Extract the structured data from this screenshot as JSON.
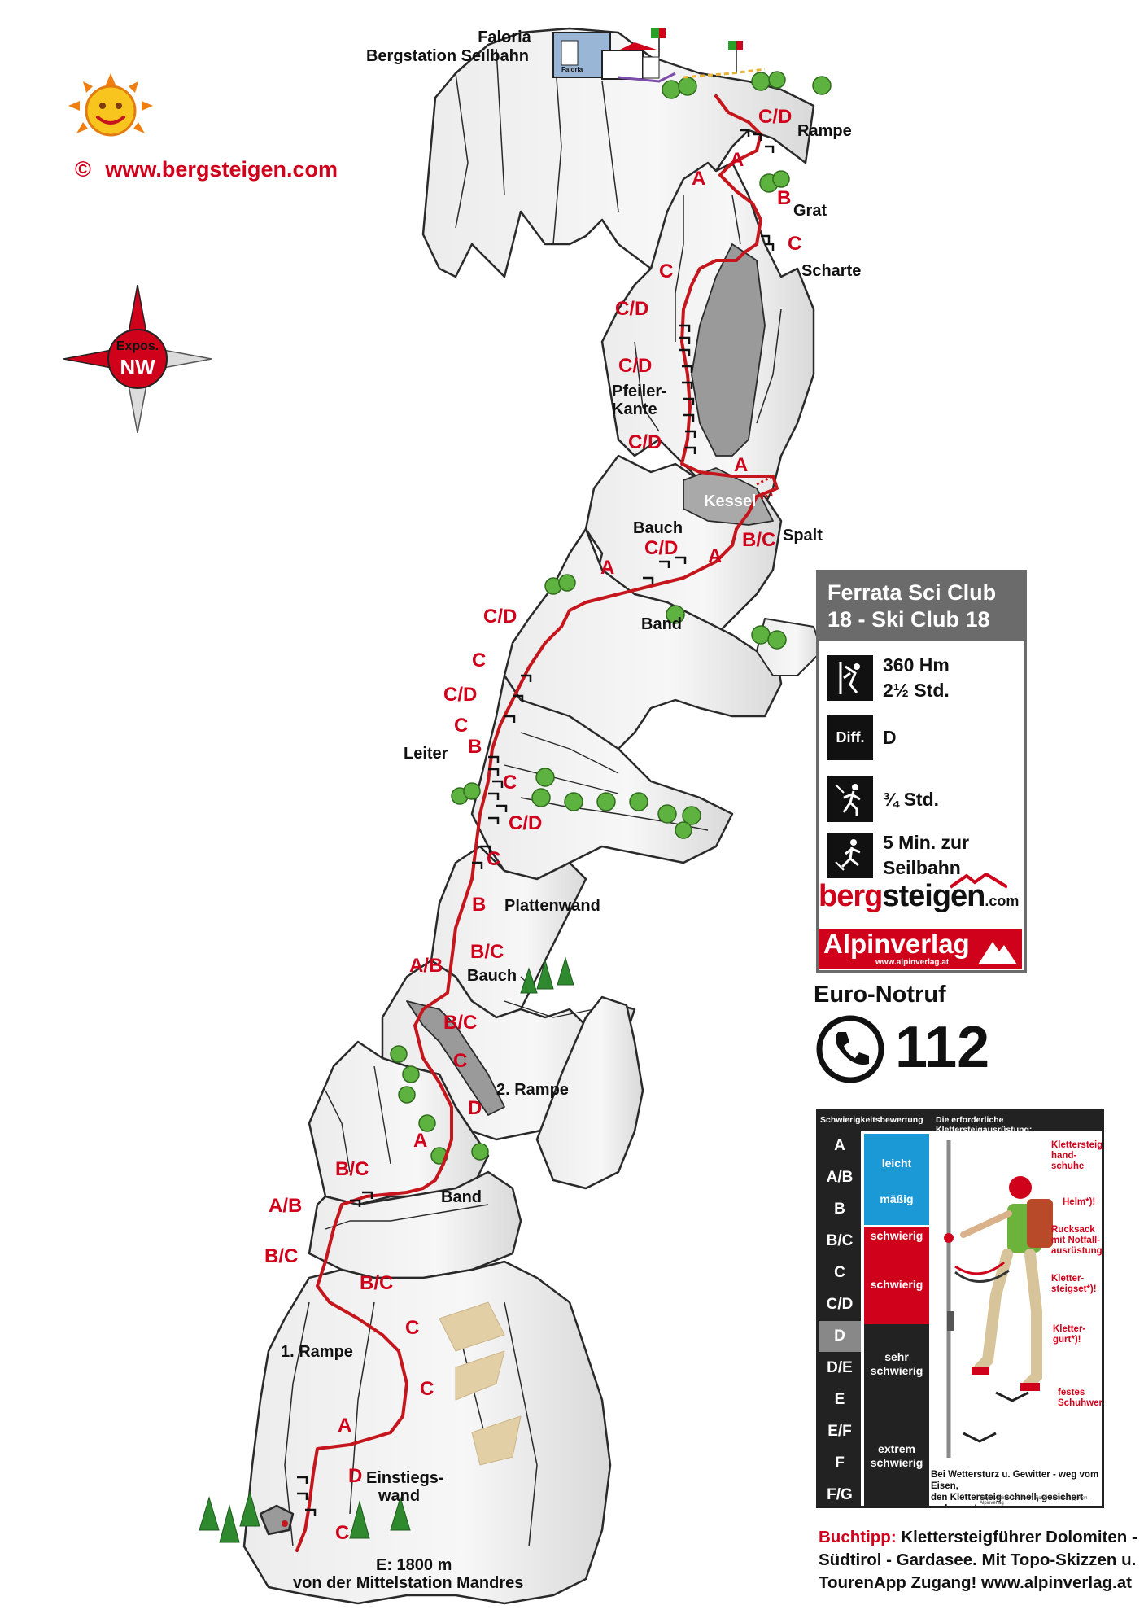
{
  "top": {
    "station_line1": "Faloria",
    "station_line2": "Bergstation Seilbahn",
    "station_sign": "Faloria"
  },
  "copyright": {
    "symbol": "©",
    "url": "www.bergsteigen.com"
  },
  "compass": {
    "line1": "Expos.",
    "line2": "NW"
  },
  "features": {
    "rampe": "Rampe",
    "grat": "Grat",
    "scharte": "Scharte",
    "pfeiler1": "Pfeiler-",
    "pfeiler2": "Kante",
    "kessel": "Kessel",
    "spalt": "Spalt",
    "bauch_top": "Bauch",
    "band_top": "Band",
    "leiter": "Leiter",
    "plattenwand": "Plattenwand",
    "bauch_mid": "Bauch",
    "rampe2": "2. Rampe",
    "band_low": "Band",
    "rampe1": "1. Rampe",
    "einstieg1": "Einstiegs-",
    "einstieg2": "wand",
    "start1": "E: 1800 m",
    "start2": "von der Mittelstation Mandres"
  },
  "grades": [
    "C/D",
    "A",
    "B",
    "A",
    "C",
    "C",
    "C/D",
    "C/D",
    "C/D",
    "A",
    "C/D",
    "A",
    "B/C",
    "A",
    "A",
    "C/D",
    "C",
    "C/D",
    "C",
    "B",
    "C",
    "C",
    "C/D",
    "C",
    "B",
    "B/C",
    "A/B",
    "B/C",
    "C",
    "D",
    "A",
    "B/C",
    "A/B",
    "B/C",
    "B/C",
    "C",
    "C",
    "A",
    "D",
    "C"
  ],
  "card": {
    "title": "Ferrata Sci Club 18 - Ski Club 18",
    "ascent_hm": "360 Hm",
    "ascent_time": "2½ Std.",
    "diff_icon": "Diff.",
    "difficulty": "D",
    "approach": "¾ Std.",
    "descent1": "5 Min. zur",
    "descent2": "Seilbahn",
    "brand_main_a": "berg",
    "brand_main_b": "steigen",
    "brand_com": ".com",
    "brand2": "Alpinverlag",
    "brand2_url": "www.alpinverlag.at"
  },
  "emergency": {
    "label": "Euro-Notruf",
    "number": "112"
  },
  "legend": {
    "hdr_left": "Schwierigkeitsbewertung",
    "hdr_right": "Die erforderliche Klettersteigausrüstung:",
    "grades": [
      "A",
      "A/B",
      "B",
      "B/C",
      "C",
      "C/D",
      "D",
      "D/E",
      "E",
      "E/F",
      "F",
      "F/G"
    ],
    "selected": "D",
    "bands": [
      {
        "label": "leicht",
        "color": "#1b98d6"
      },
      {
        "label": "mäßig",
        "color": "#1b98d6"
      },
      {
        "label": "schwierig",
        "color": "#d0021b"
      },
      {
        "label": "schwierig",
        "color": "#d0021b"
      },
      {
        "label": "sehr schwierig",
        "color": "#222222"
      },
      {
        "label": "extrem schwierig",
        "color": "#222222"
      }
    ],
    "equip": {
      "gloves1": "Klettersteig-",
      "gloves2": "hand-",
      "gloves3": "schuhe",
      "helm": "Helm*)!",
      "sack1": "Rucksack",
      "sack2": "mit Notfall-",
      "sack3": "ausrüstung",
      "set1": "Kletter-",
      "set2": "steigset*)!",
      "gurt1": "Kletter-",
      "gurt2": "gurt*)!",
      "shoe1": "festes",
      "shoe2": "Schuhwerk"
    },
    "warn1": "Bei Wettersturz u. Gewitter - weg vom Eisen,",
    "warn2": "den Klettersteig schnell, gesichert verlassen!",
    "credit": "Grafik: Alpines Lehrbuch Sicher Klettersteiggehen - Alpinverlag"
  },
  "buchtipp": {
    "label": "Buchtipp:",
    "text": "Klettersteigführer Dolomiten - Südtirol - Gardasee. Mit Topo-Skizzen u. TourenApp Zugang! www.alpinverlag.at"
  }
}
